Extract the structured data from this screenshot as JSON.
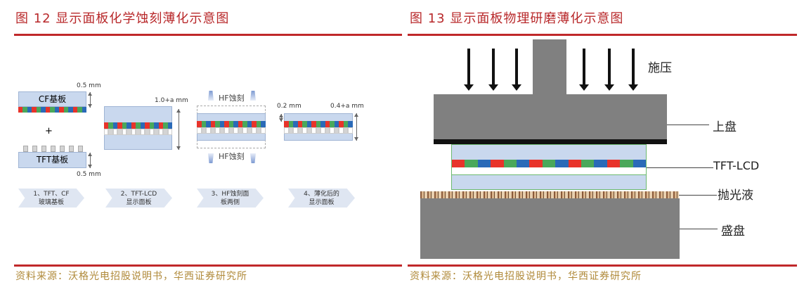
{
  "left": {
    "title": "图 12  显示面板化学蚀刻薄化示意图",
    "source": "资料来源：沃格光电招股说明书，华西证券研究所",
    "cf_label": "CF基板",
    "tft_label": "TFT基板",
    "plus": "+",
    "dim_cf": "0.5 mm",
    "dim_tft": "0.5 mm",
    "dim_panel": "1.0+a mm",
    "hf_top": "HF蚀刻",
    "hf_bottom": "HF蚀刻",
    "dim_thin_left": "0.2 mm",
    "dim_thin_right": "0.4+a mm",
    "steps": [
      {
        "line1": "1、TFT、CF",
        "line2": "玻璃基板"
      },
      {
        "line1": "2、TFT-LCD",
        "line2": "显示面板"
      },
      {
        "line1": "3、HF蚀刻面",
        "line2": "板两侧"
      },
      {
        "line1": "4、薄化后的",
        "line2": "显示面板"
      }
    ]
  },
  "right": {
    "title": "图 13  显示面板物理研磨薄化示意图",
    "source": "资料来源：沃格光电招股说明书，华西证券研究所",
    "labels": {
      "pressure": "施压",
      "upper_plate": "上盘",
      "panel": "TFT-LCD",
      "slurry": "抛光液",
      "lower_plate": "盛盘"
    }
  },
  "colors": {
    "red": "#e8332a",
    "green": "#4aa85a",
    "blue": "#2a6ab8",
    "accent": "#c0282a"
  }
}
